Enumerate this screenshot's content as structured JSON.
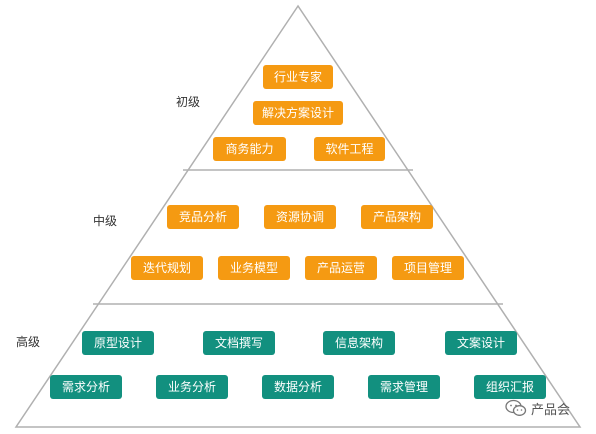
{
  "tiers": {
    "primary": {
      "label": "初级",
      "skills": [
        "行业专家",
        "解决方案设计",
        "商务能力",
        "软件工程"
      ]
    },
    "intermediate": {
      "label": "中级",
      "skills": [
        "竞品分析",
        "资源协调",
        "产品架构",
        "迭代规划",
        "业务模型",
        "产品运营",
        "项目管理"
      ]
    },
    "advanced": {
      "label": "高级",
      "skills": [
        "原型设计",
        "文档撰写",
        "信息架构",
        "文案设计",
        "需求分析",
        "业务分析",
        "数据分析",
        "需求管理",
        "组织汇报"
      ]
    }
  },
  "colors": {
    "orange": "#f59a12",
    "teal": "#12907f",
    "outline": "#b0b0b0"
  },
  "watermark": {
    "icon": "wechat-icon",
    "text": "产品会"
  }
}
